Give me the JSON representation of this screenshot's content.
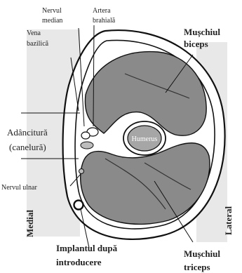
{
  "diagram": {
    "labels": {
      "nervul_median": [
        "Nervul",
        "median"
      ],
      "artera_brahiala": [
        "Artera",
        "brahială"
      ],
      "vena_bazilica": [
        "Vena",
        "bazilică"
      ],
      "muschiul_biceps": [
        "Mușchiul",
        "biceps"
      ],
      "adancitura": [
        "Adâncitură",
        "(canelură)"
      ],
      "humerus": "Humerus",
      "nervul_ulnar": "Nervul ulnar",
      "medial": "Medial",
      "lateral": "Lateral",
      "implantul": [
        "Implantul după",
        "introducere"
      ],
      "muschiul_triceps": [
        "Mușchiul",
        "triceps"
      ]
    },
    "colors": {
      "background_band": "#e8e8e8",
      "muscle": "#8a8a8a",
      "bone": "#a6a6a6",
      "skin": "#ffffff",
      "outline": "#111111"
    }
  }
}
